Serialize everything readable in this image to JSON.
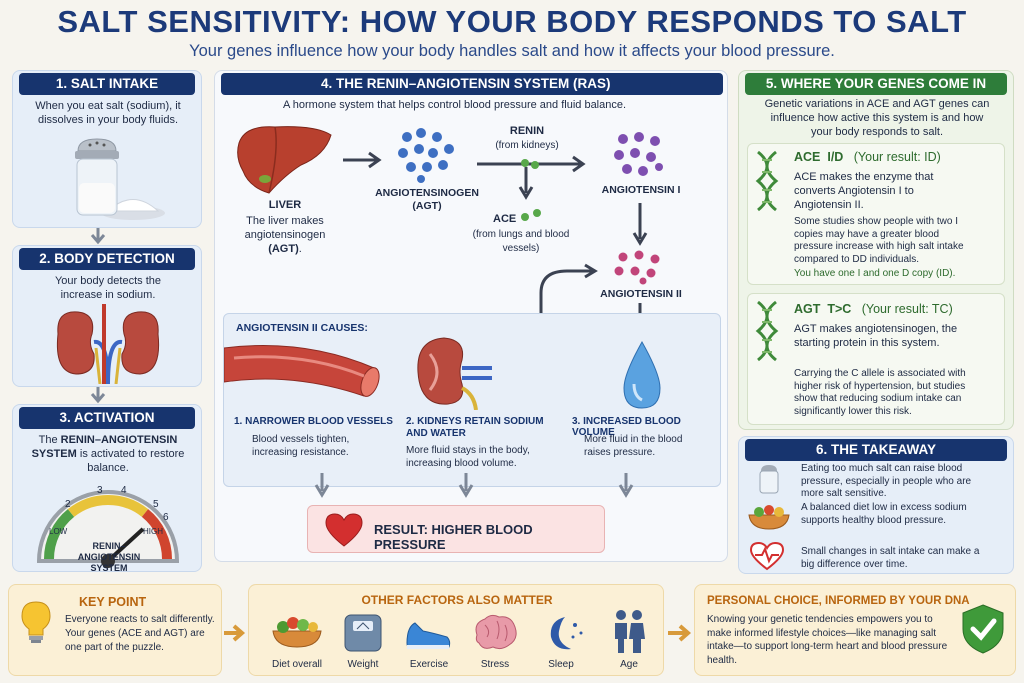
{
  "title": "SALT SENSITIVITY: HOW YOUR BODY RESPONDS TO SALT",
  "subtitle": "Your genes influence how your body handles salt and how it affects your blood pressure.",
  "s1": {
    "header": "1. SALT INTAKE",
    "text": "When you eat salt (sodium), it dissolves in your body fluids."
  },
  "s2": {
    "header": "2. BODY DETECTION",
    "text": "Your body detects the increase in sodium."
  },
  "s3": {
    "header": "3. ACTIVATION",
    "text_pre": "The ",
    "text_bold": "RENIN–ANGIOTENSIN SYSTEM",
    "text_post": " is activated to restore balance.",
    "gauge_low": "LOW",
    "gauge_high": "HIGH",
    "gauge_label": "RENIN–ANGIOTENSIN SYSTEM",
    "gauge_ticks": [
      "2",
      "3",
      "4",
      "5",
      "6"
    ]
  },
  "s4": {
    "header": "4. THE RENIN–ANGIOTENSIN SYSTEM (RAS)",
    "intro": "A hormone system that helps control blood pressure and fluid balance.",
    "liver_title": "LIVER",
    "liver_text_pre": "The liver makes angiotensinogen ",
    "liver_text_bold": "(AGT)",
    "liver_text_post": ".",
    "agt_label": "ANGIOTENSINOGEN",
    "agt_sub": "(AGT)",
    "renin_label": "RENIN",
    "renin_sub": "(from kidneys)",
    "ace_label": "ACE",
    "ace_sub": "(from lungs and blood vessels)",
    "ang1_label": "ANGIOTENSIN I",
    "ang2_label": "ANGIOTENSIN II",
    "causes_title": "ANGIOTENSIN II CAUSES:",
    "causes": [
      {
        "title": "1. NARROWER BLOOD VESSELS",
        "text": "Blood vessels tighten, increasing resistance."
      },
      {
        "title": "2. KIDNEYS RETAIN SODIUM AND WATER",
        "text": "More fluid stays in the body, increasing blood volume."
      },
      {
        "title": "3. INCREASED BLOOD VOLUME",
        "text": "More fluid in the blood raises pressure."
      }
    ],
    "result": "RESULT: HIGHER BLOOD PRESSURE"
  },
  "s5": {
    "header": "5. WHERE YOUR GENES COME IN",
    "intro": "Genetic variations in ACE and AGT genes can influence how active this system is and how your body responds to salt.",
    "ace": {
      "name": "ACE",
      "variant": "I/D",
      "result": "(Your result: ID)",
      "desc": "ACE makes the enzyme that converts Angiotensin I to Angiotensin II.",
      "study": "Some studies show people with two I copies may have a greater blood pressure increase with high salt intake compared to DD individuals.",
      "note": "You have one I and one D copy (ID)."
    },
    "agt": {
      "name": "AGT",
      "variant": "T>C",
      "result": "(Your result: TC)",
      "desc": "AGT makes angiotensinogen, the starting protein in this system.",
      "study": "Carrying the C allele is associated with higher risk of hypertension, but studies show that reducing sodium intake can significantly lower this risk."
    }
  },
  "s6": {
    "header": "6. THE TAKEAWAY",
    "items": [
      "Eating too much salt can raise blood pressure, especially in people who are more salt sensitive.",
      "A balanced diet low in excess sodium supports healthy blood pressure.",
      "Small changes in salt intake can make a big difference over time."
    ]
  },
  "key": {
    "title": "KEY POINT",
    "text": "Everyone reacts to salt differently. Your genes (ACE and AGT) are one part of the puzzle."
  },
  "factors": {
    "title": "OTHER FACTORS ALSO MATTER",
    "items": [
      "Diet overall",
      "Weight",
      "Exercise",
      "Stress",
      "Sleep",
      "Age"
    ]
  },
  "personal": {
    "title": "PERSONAL CHOICE, INFORMED BY YOUR DNA",
    "text": "Knowing your genetic tendencies empowers you to make informed lifestyle choices—like managing salt intake—to support long-term heart and blood pressure health."
  },
  "colors": {
    "navy": "#17346e",
    "green": "#2e7d3a",
    "red": "#c62828",
    "orange": "#b8650f"
  }
}
